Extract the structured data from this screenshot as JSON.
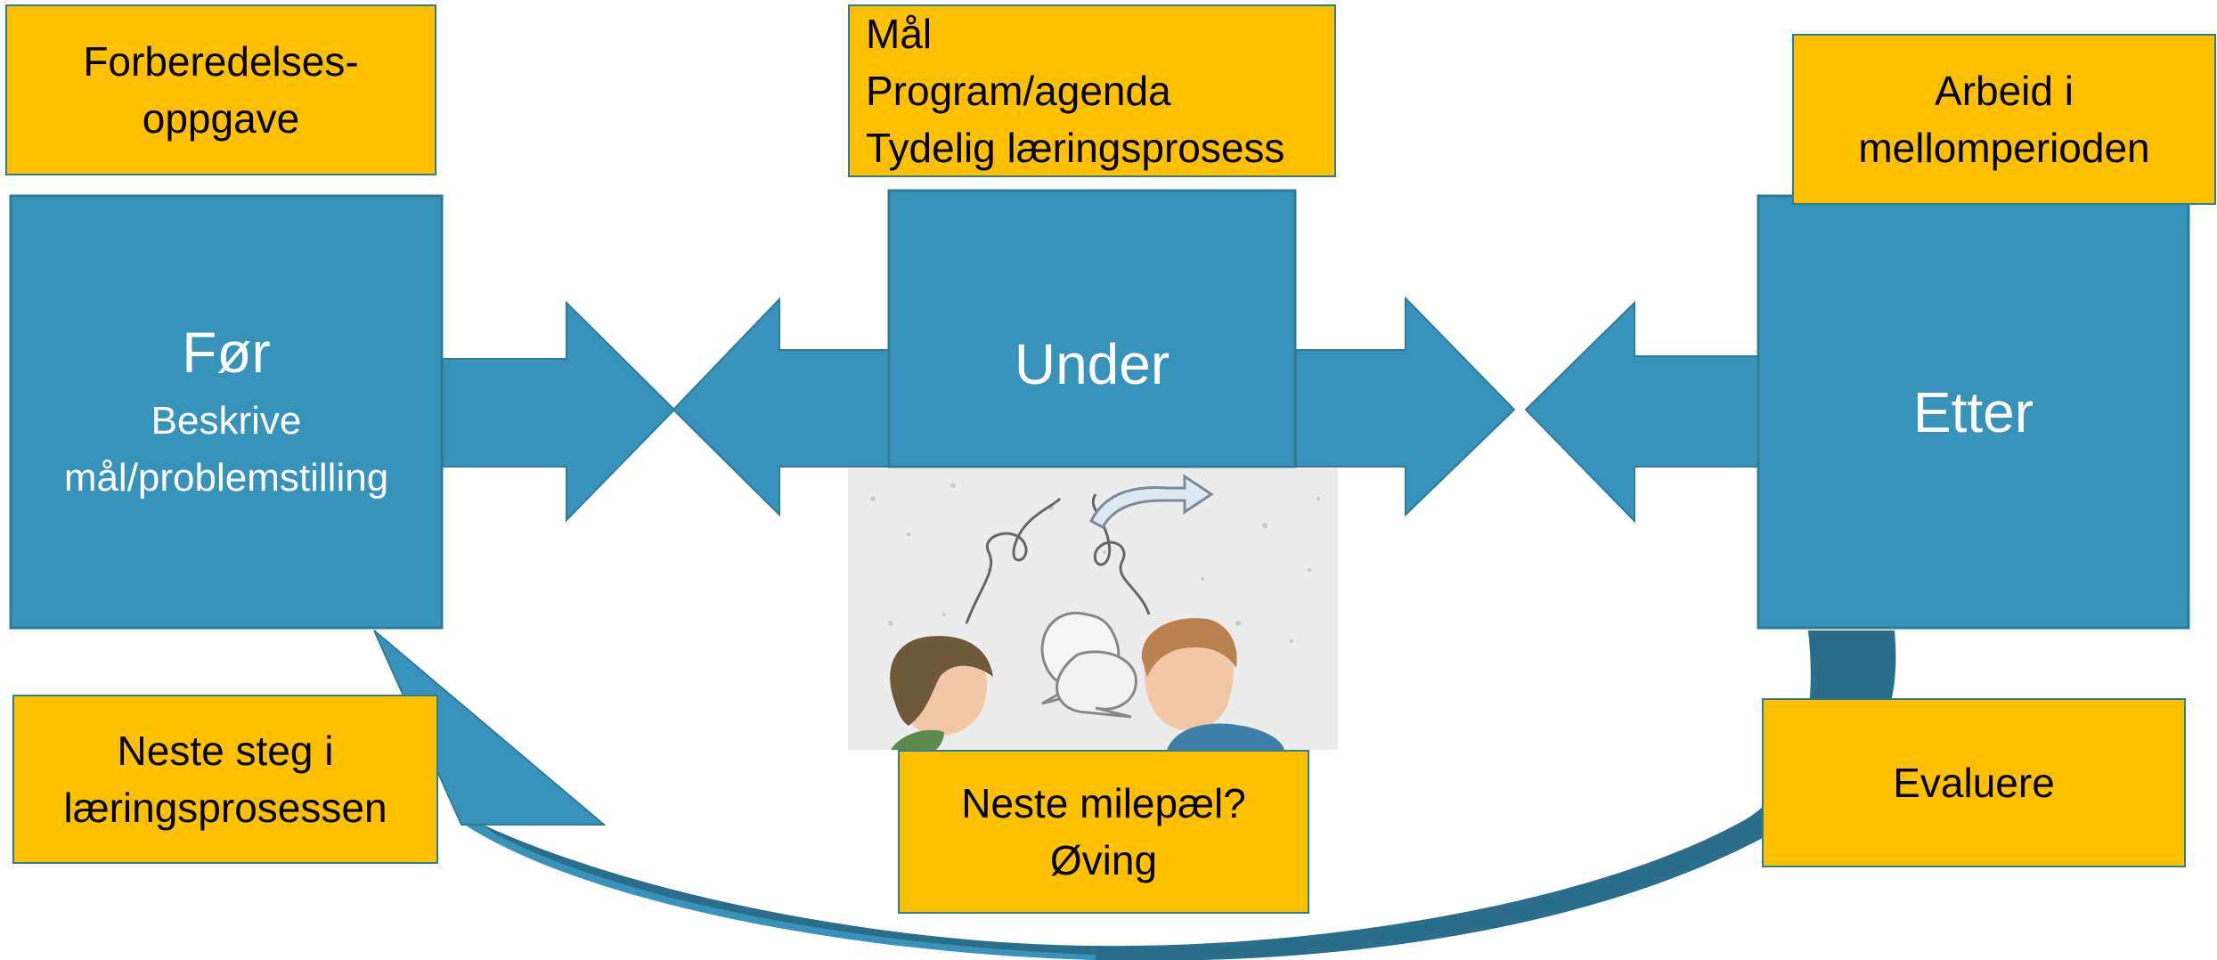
{
  "phases": {
    "before": {
      "title": "Før",
      "line1": "Beskrive",
      "line2": "mål/problemstilling"
    },
    "during": {
      "title": "Under"
    },
    "after": {
      "title": "Etter"
    }
  },
  "notes": {
    "preparation": [
      "Forberedelses-",
      "oppgave"
    ],
    "goals": [
      "Mål",
      "Program/agenda",
      "Tydelig læringsprosess"
    ],
    "interim": [
      "Arbeid i",
      "mellomperioden"
    ],
    "next_step": [
      "Neste steg i",
      "læringsprosessen"
    ],
    "milestone": [
      "Neste milepæl?",
      "Øving"
    ],
    "evaluate": [
      "Evaluere"
    ]
  },
  "colors": {
    "phase_blue": "#3793BA",
    "phase_border": "#2E7D94",
    "note_yellow": "#FFC000",
    "curve_dark": "#2A6E8C"
  }
}
